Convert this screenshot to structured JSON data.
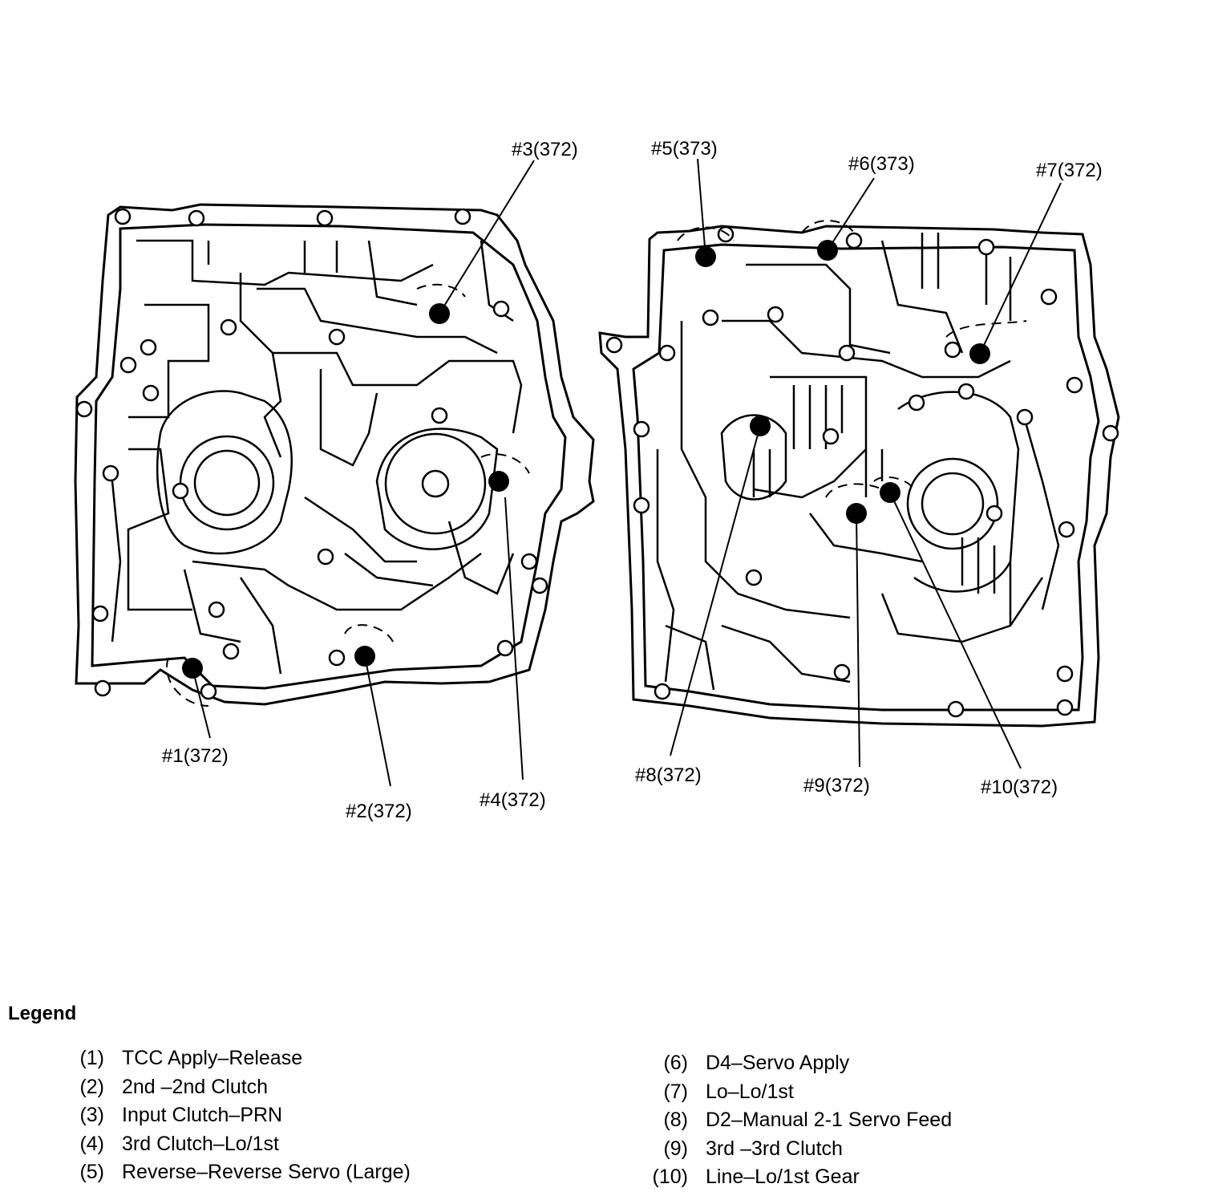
{
  "callouts": [
    {
      "id": "c1",
      "label": "#1(372)"
    },
    {
      "id": "c2",
      "label": "#2(372)"
    },
    {
      "id": "c3",
      "label": "#3(372)"
    },
    {
      "id": "c4",
      "label": "#4(372)"
    },
    {
      "id": "c5",
      "label": "#5(373)"
    },
    {
      "id": "c6",
      "label": "#6(373)"
    },
    {
      "id": "c7",
      "label": "#7(372)"
    },
    {
      "id": "c8",
      "label": "#8(372)"
    },
    {
      "id": "c9",
      "label": "#9(372)"
    },
    {
      "id": "c10",
      "label": "#10(372)"
    }
  ],
  "legend": {
    "title": "Legend",
    "left_items": [
      {
        "num": "(1)",
        "text": "TCC Apply–Release"
      },
      {
        "num": "(2)",
        "text": "2nd –2nd Clutch"
      },
      {
        "num": "(3)",
        "text": "Input Clutch–PRN"
      },
      {
        "num": "(4)",
        "text": "3rd Clutch–Lo/1st"
      },
      {
        "num": "(5)",
        "text": "Reverse–Reverse Servo (Large)"
      }
    ],
    "right_items": [
      {
        "num": "(6)",
        "text": "D4–Servo Apply"
      },
      {
        "num": "(7)",
        "text": "Lo–Lo/1st"
      },
      {
        "num": "(8)",
        "text": "D2–Manual 2-1 Servo Feed"
      },
      {
        "num": "(9)",
        "text": "3rd –3rd Clutch"
      },
      {
        "num": "(10)",
        "text": "Line–Lo/1st  Gear"
      }
    ]
  }
}
